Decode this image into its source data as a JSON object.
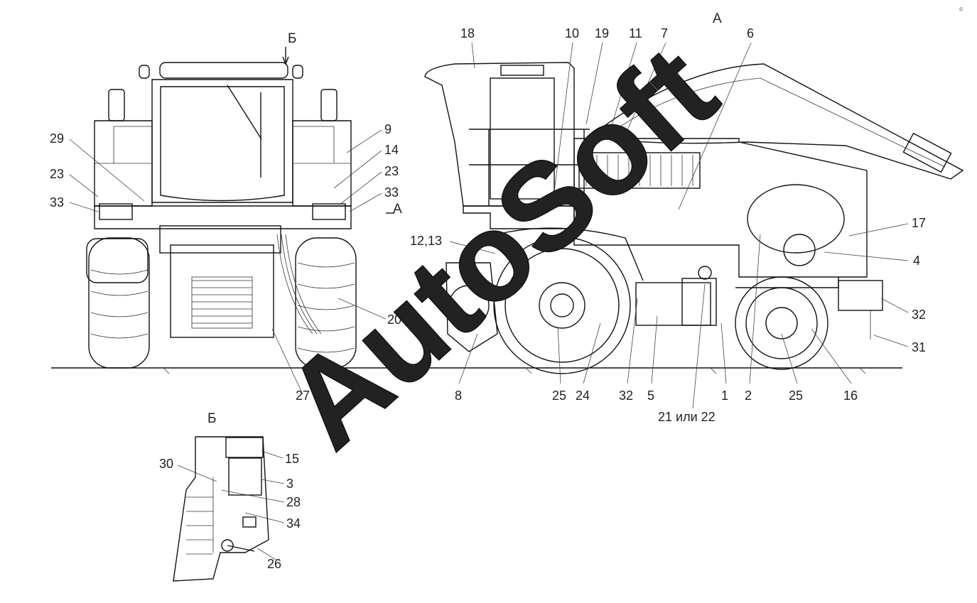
{
  "views": {
    "arrow_view": "Б",
    "arrow_section": "А",
    "view_a_title": "А",
    "view_b_title": "Б"
  },
  "callouts": {
    "front": [
      "29",
      "23",
      "33",
      "9",
      "14",
      "23",
      "33",
      "20",
      "27"
    ],
    "side_top": [
      "18",
      "10",
      "19",
      "11",
      "7",
      "6"
    ],
    "side_right": [
      "17",
      "4",
      "32",
      "31"
    ],
    "side_left": [
      "12,13"
    ],
    "side_bottom": [
      "8",
      "25",
      "24",
      "32",
      "5",
      "1",
      "2",
      "25",
      "16"
    ],
    "side_bottom_note": "21 или 22",
    "detail_b": [
      "15",
      "30",
      "3",
      "28",
      "34",
      "26"
    ]
  },
  "watermark": {
    "text": "AutoSoft",
    "corner_mark": "© "
  }
}
